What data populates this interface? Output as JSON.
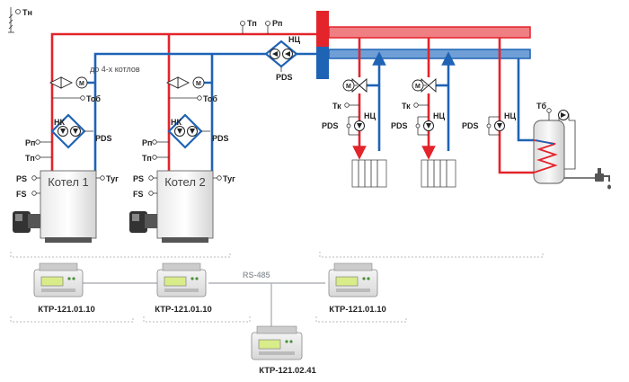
{
  "sensors": {
    "outdoor": "Тн",
    "supply_temp": "Тп",
    "supply_pressure": "Рп",
    "boiler_temp": "Тоб",
    "exhaust_temp": "Туг",
    "circuit_temp": "Тк",
    "dhw_temp": "Тб"
  },
  "labels": {
    "pressure_switch": "PS",
    "flow_switch": "FS",
    "diff_pressure": "PDS",
    "boiler_pump": "НК",
    "circ_pump": "НЦ",
    "mixing_valve_motor": "М",
    "boilers_note": "до 4-х котлов",
    "bus": "RS-485"
  },
  "boilers": [
    {
      "name": "Котел 1"
    },
    {
      "name": "Котел 2"
    }
  ],
  "controllers": [
    {
      "model": "КТР-121.01.10"
    },
    {
      "model": "КТР-121.01.10"
    },
    {
      "model": "КТР-121.01.10"
    },
    {
      "model": "КТР-121.02.41"
    }
  ],
  "colors": {
    "supply": "#e3242b",
    "return": "#1f63b5",
    "supply_header": "#f07f83",
    "return_header": "#6f9fd6"
  }
}
